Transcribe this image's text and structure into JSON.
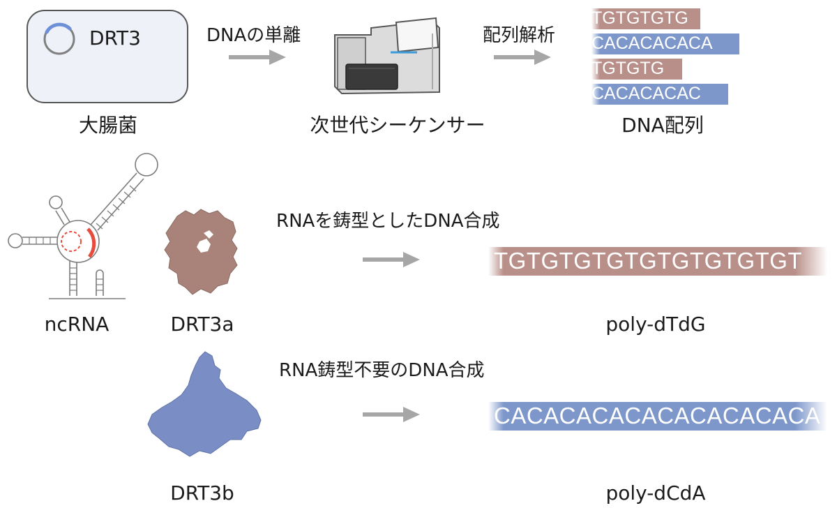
{
  "colors": {
    "tg": "#b98f89",
    "ca": "#7e97cb",
    "arrow": "#a6a6a6",
    "protein_a": "#a98279",
    "protein_b": "#7a8ec5",
    "cell_fill": "#eef1f8",
    "highlight_red": "#e84a3c",
    "plasmid_blue": "#6d8fd8"
  },
  "top": {
    "cell_label": "DRT3",
    "cell_caption": "大腸菌",
    "step1_label": "DNAの単離",
    "sequencer_caption": "次世代シーケンサー",
    "step2_label": "配列解析",
    "reads": [
      {
        "text": "TGTGTGTG",
        "kind": "tg"
      },
      {
        "text": "CACACACACA",
        "kind": "ca"
      },
      {
        "text": "TGTGTG",
        "kind": "tg"
      },
      {
        "text": "CACACACAC",
        "kind": "ca"
      }
    ],
    "reads_caption": "DNA配列"
  },
  "middle": {
    "ncrna_caption": "ncRNA",
    "protein_a_caption": "DRT3a",
    "reaction_label": "RNAを鋳型としたDNA合成",
    "product_sequence": "TGTGTGTGTGTGTGTGTGT",
    "product_caption": "poly-dTdG"
  },
  "bottom": {
    "protein_b_caption": "DRT3b",
    "reaction_label": "RNA鋳型不要のDNA合成",
    "product_sequence": "CACACACACACACACACACA",
    "product_caption": "poly-dCdA"
  }
}
